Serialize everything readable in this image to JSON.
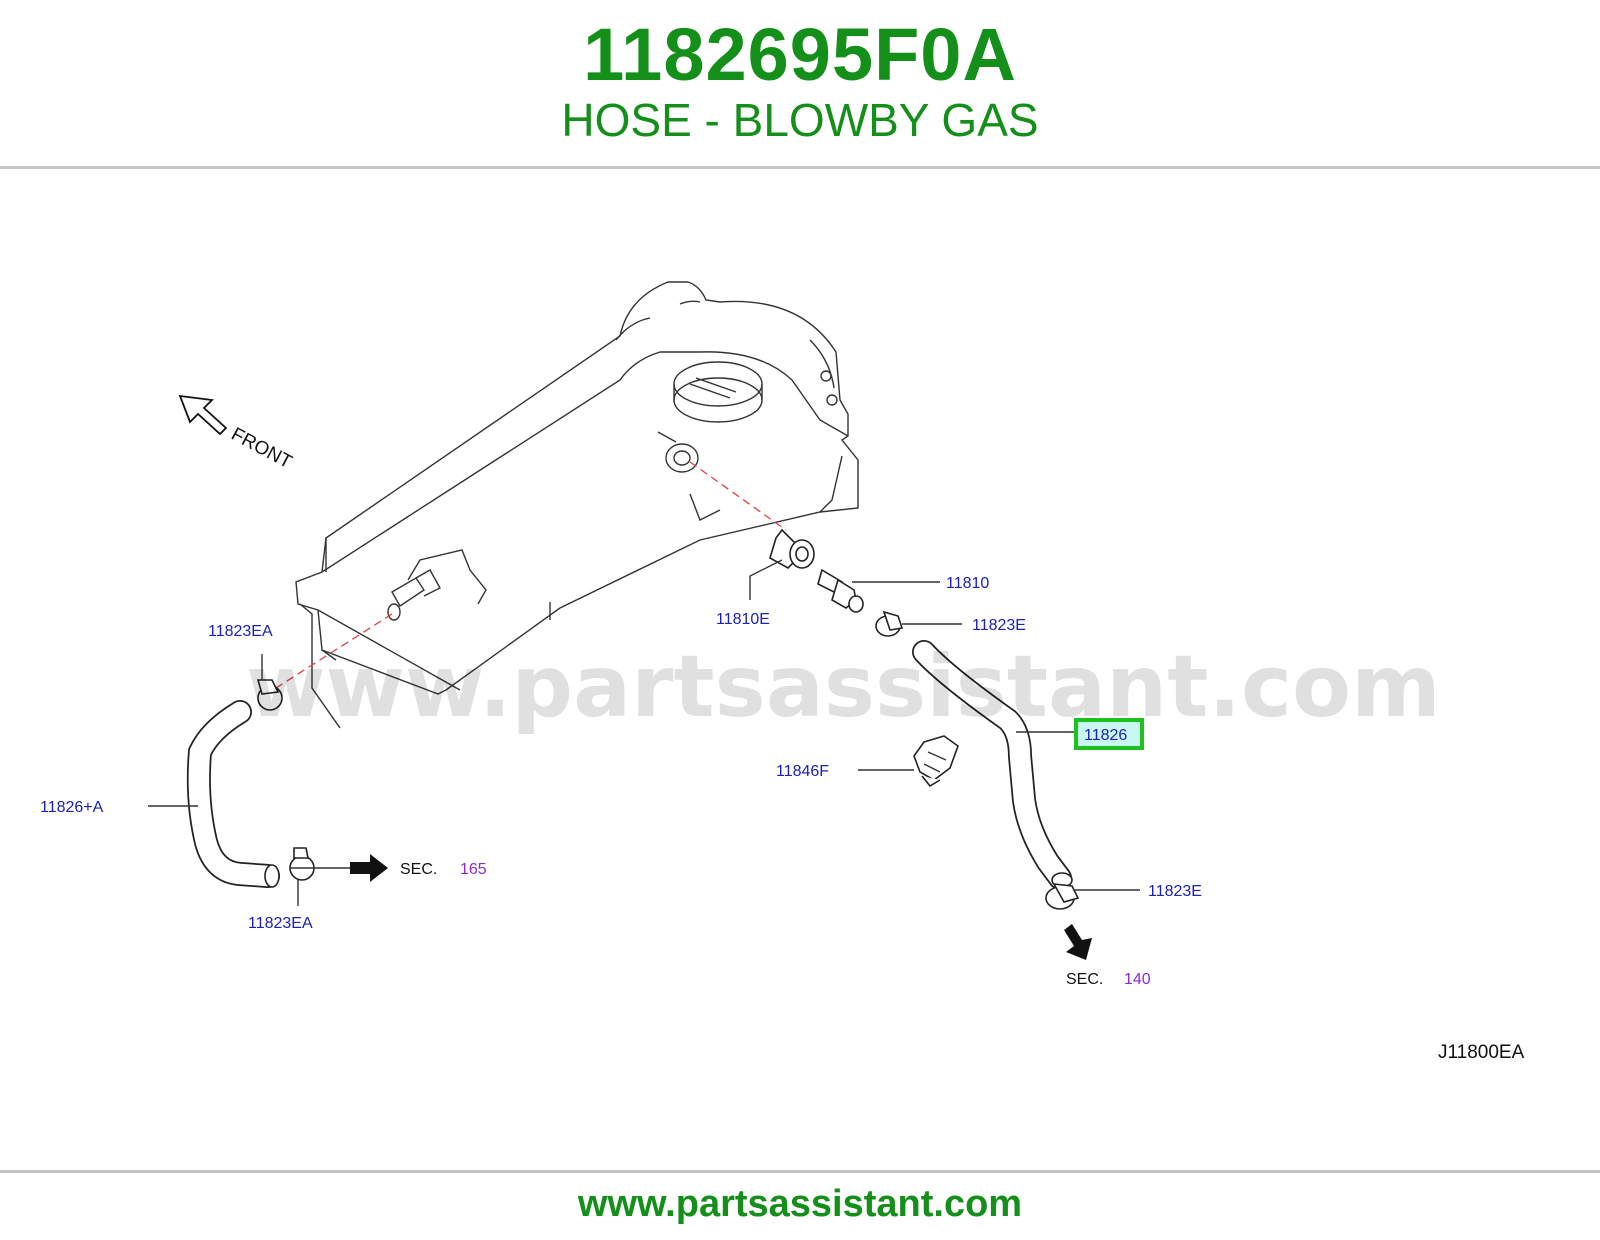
{
  "header": {
    "part_number": "1182695F0A",
    "part_name": "HOSE - BLOWBY GAS"
  },
  "watermark": "www.partsassistant.com",
  "diagram": {
    "front_label": "FRONT",
    "callouts": {
      "c_11810": "11810",
      "c_11810e": "11810E",
      "c_11823e_upper": "11823E",
      "c_11823ea_upper": "11823EA",
      "c_11826_highlight": "11826",
      "c_11846f": "11846F",
      "c_11826a": "11826+A",
      "c_11823ea_lower": "11823EA",
      "c_11823e_lower": "11823E"
    },
    "section_refs": {
      "left": {
        "prefix": "SEC.",
        "number": "165"
      },
      "right": {
        "prefix": "SEC.",
        "number": "140"
      }
    },
    "diagram_code": "J11800EA",
    "highlight_color": "#1ec21e"
  },
  "footer": {
    "url": "www.partsassistant.com"
  },
  "colors": {
    "brand_green": "#14901a",
    "callout_blue": "#1a20b8",
    "section_purple": "#8a2bd0"
  }
}
